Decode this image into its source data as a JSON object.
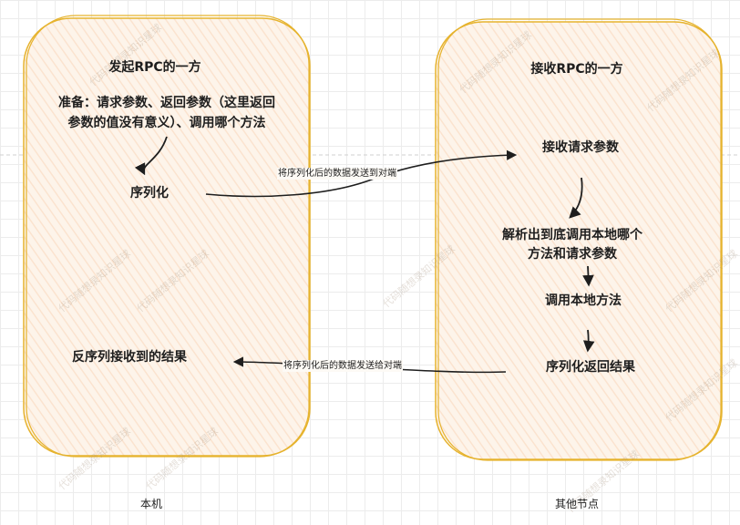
{
  "left_panel": {
    "title": "发起RPC的一方",
    "prep_line1": "准备：请求参数、返回参数（这里返回",
    "prep_line2": "参数的值没有意义）、调用哪个方法",
    "serialize": "序列化",
    "deserialize": "反序列接收到的结果",
    "caption": "本机"
  },
  "right_panel": {
    "title": "接收RPC的一方",
    "receive": "接收请求参数",
    "parse_line1": "解析出到底调用本地哪个",
    "parse_line2": "方法和请求参数",
    "call_local": "调用本地方法",
    "serialize_return": "序列化返回结果",
    "caption": "其他节点"
  },
  "edges": {
    "send_request": "将序列化后的数据发送到对端",
    "send_result": "将序列化后的数据发送给对端"
  },
  "watermark": "代码随想录知识星球",
  "colors": {
    "panel_border": "#e6b32e",
    "panel_fill": "#fdeee0",
    "stroke": "#1e1e1e"
  }
}
